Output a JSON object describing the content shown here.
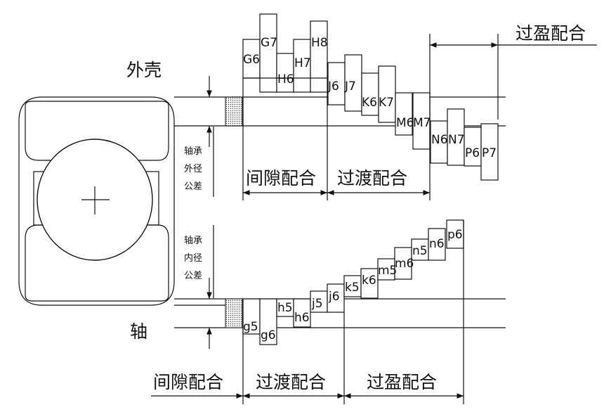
{
  "labels": {
    "housing": "外壳",
    "shaft": "轴",
    "outer_tol": [
      "轴承",
      "外径",
      "公差"
    ],
    "inner_tol": [
      "轴承",
      "内径",
      "公差"
    ]
  },
  "zones_top": [
    "间隙配合",
    "过渡配合",
    "过盈配合"
  ],
  "zones_bottom": [
    "间隙配合",
    "过渡配合",
    "过盈配合"
  ],
  "hole_tolerances": [
    "G6",
    "G7",
    "H6",
    "H7",
    "H8",
    "J6",
    "J7",
    "K6",
    "K7",
    "M6",
    "M7",
    "N6",
    "N7",
    "P6",
    "P7"
  ],
  "shaft_tolerances": [
    "g5",
    "g6",
    "h5",
    "h6",
    "j5",
    "j6",
    "k5",
    "k6",
    "m5",
    "m6",
    "n5",
    "n6",
    "p6"
  ]
}
